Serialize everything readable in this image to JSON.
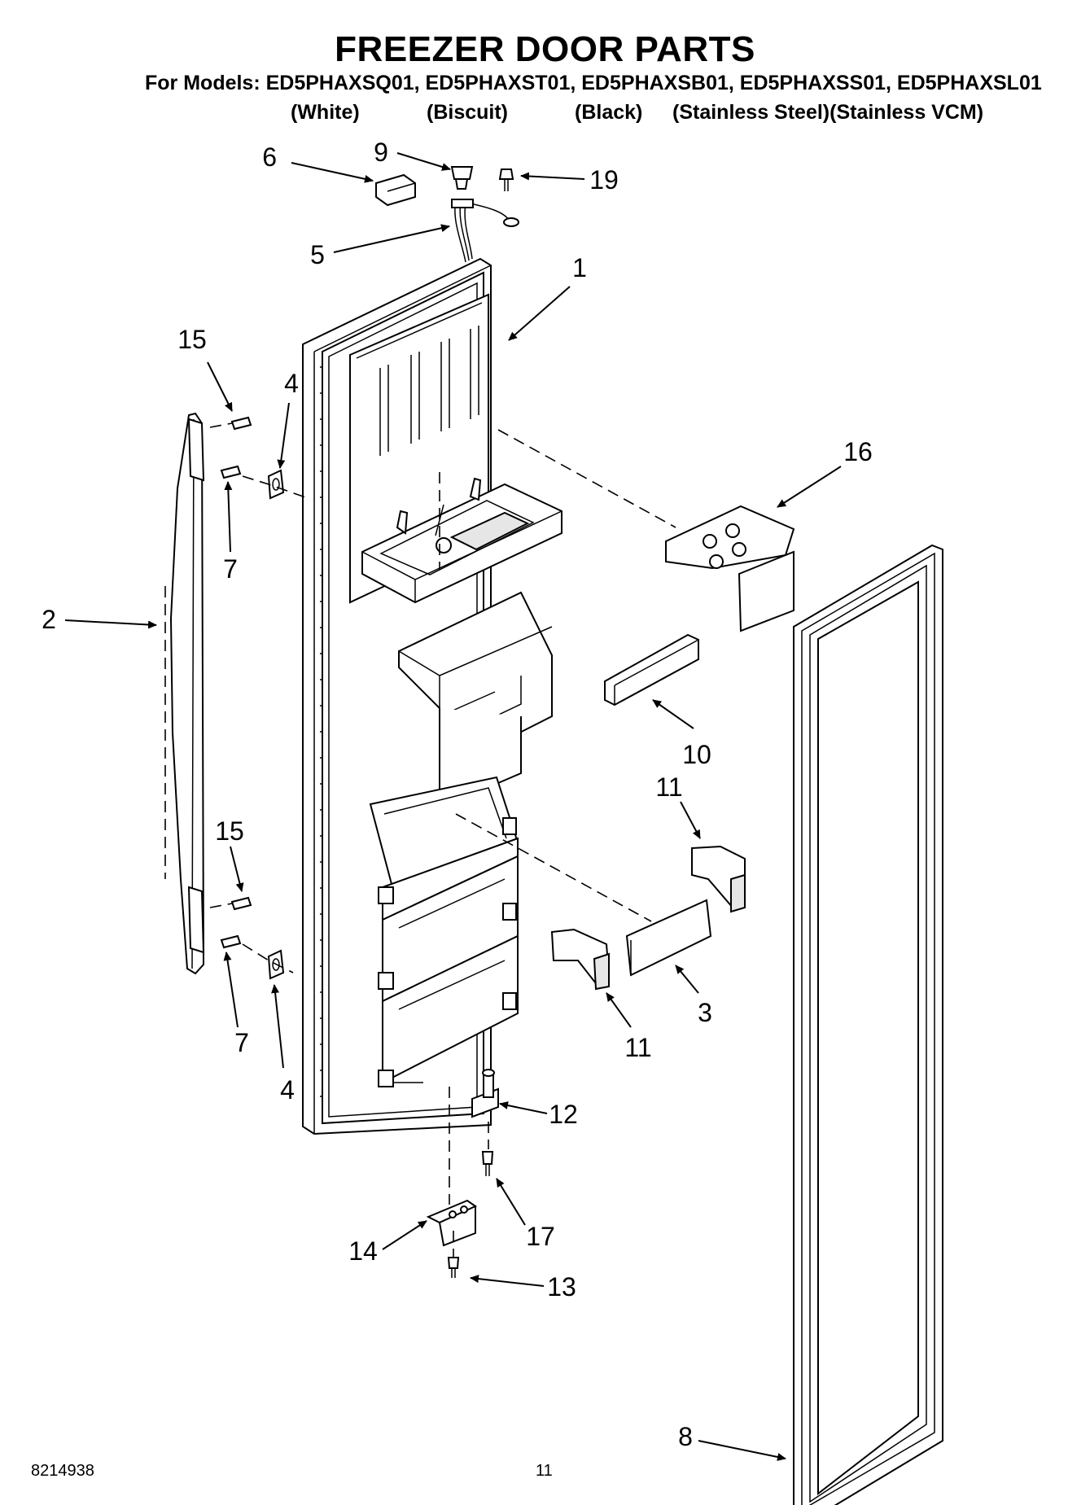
{
  "title": "FREEZER DOOR PARTS",
  "models_line": "For Models: ED5PHAXSQ01, ED5PHAXST01, ED5PHAXSB01, ED5PHAXSS01, ED5PHAXSL01",
  "colors": [
    "(White)",
    "(Biscuit)",
    "(Black)",
    "(Stainless Steel)(Stainless VCM)"
  ],
  "callouts": {
    "c1": "1",
    "c2": "2",
    "c3": "3",
    "c4a": "4",
    "c4b": "4",
    "c5": "5",
    "c6": "6",
    "c7a": "7",
    "c7b": "7",
    "c8": "8",
    "c9": "9",
    "c10": "10",
    "c11a": "11",
    "c11b": "11",
    "c12": "12",
    "c13": "13",
    "c14": "14",
    "c15a": "15",
    "c15b": "15",
    "c16": "16",
    "c17": "17",
    "c19": "19"
  },
  "footer": {
    "doc_number": "8214938",
    "page_number": "11"
  }
}
